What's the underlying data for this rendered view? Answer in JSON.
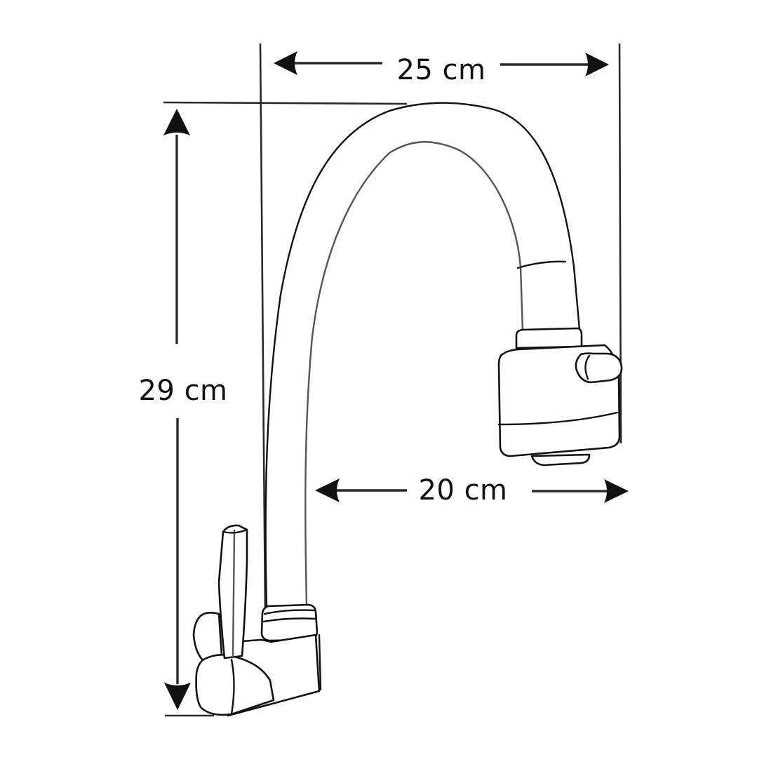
{
  "diagram": {
    "subject": "Wall-mounted faucet with flexible swivel spout",
    "dimensions": {
      "total_width": {
        "label": "25 cm",
        "value": 25,
        "unit": "cm",
        "orientation": "horizontal"
      },
      "total_height": {
        "label": "29 cm",
        "value": 29,
        "unit": "cm",
        "orientation": "vertical"
      },
      "spout_reach": {
        "label": "20 cm",
        "value": 20,
        "unit": "cm",
        "orientation": "horizontal"
      }
    },
    "parts": [
      "spout",
      "aerator-head",
      "spray-button",
      "lever-handle",
      "wall-base",
      "spout-collar"
    ],
    "colors": {
      "background": "#ffffff",
      "line": "#111111",
      "dimension_line": "#2a2a2a"
    }
  }
}
